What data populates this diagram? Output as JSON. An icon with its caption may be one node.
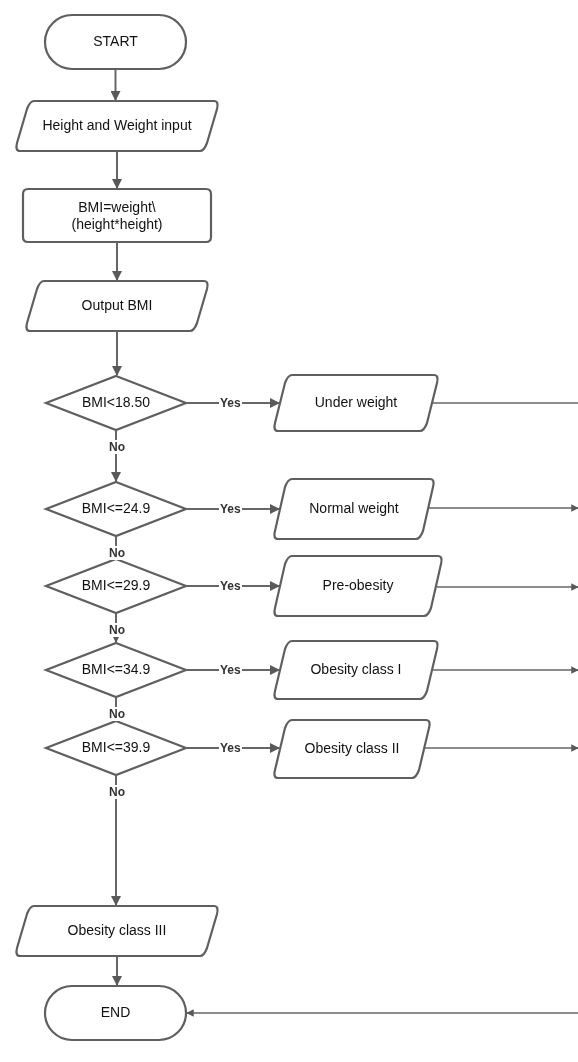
{
  "diagram": {
    "nodes": [
      {
        "text": [
          "START"
        ]
      },
      {
        "text": [
          "Height and Weight input"
        ]
      },
      {
        "text": [
          "BMI=weight\\ (height*height)"
        ]
      },
      {
        "text": [
          "Output BMI"
        ]
      },
      {
        "text": [
          "BMI<18.50"
        ]
      },
      {
        "text": [
          "Under weight"
        ]
      },
      {
        "text": [
          "BMI<=24.9"
        ]
      },
      {
        "text": [
          "Normal weight"
        ]
      },
      {
        "text": [
          "BMI<=29.9"
        ]
      },
      {
        "text": [
          "Pre-obesity"
        ]
      },
      {
        "text": [
          "BMI<=34.9"
        ]
      },
      {
        "text": [
          "Obesity class I"
        ]
      },
      {
        "text": [
          "BMI<=39.9"
        ]
      },
      {
        "text": [
          "Obesity class II"
        ]
      },
      {
        "text": [
          "Obesity class III"
        ]
      },
      {
        "text": [
          "END"
        ]
      }
    ],
    "edges": [
      {
        "from": 0,
        "to": 1,
        "arrow": "to"
      },
      {
        "from": 1,
        "to": 2,
        "arrow": "to"
      },
      {
        "from": 2,
        "to": 3,
        "arrow": "to"
      },
      {
        "from": 3,
        "to": 4,
        "arrow": "to"
      },
      {
        "from": 4,
        "to": 5,
        "arrow": "to",
        "label": "Yes"
      },
      {
        "from": 4,
        "to": 6,
        "arrow": "to",
        "label": "No"
      },
      {
        "from": 6,
        "to": 7,
        "arrow": "to",
        "label": "Yes"
      },
      {
        "from": 6,
        "to": 8,
        "arrow": "to",
        "label": "No"
      },
      {
        "from": 8,
        "to": 9,
        "arrow": "to",
        "label": "Yes"
      },
      {
        "from": 8,
        "to": 10,
        "arrow": "to",
        "label": "No"
      },
      {
        "from": 10,
        "to": 11,
        "arrow": "to",
        "label": "Yes"
      },
      {
        "from": 10,
        "to": 12,
        "arrow": "to",
        "label": "No"
      },
      {
        "from": 12,
        "to": 13,
        "arrow": "to",
        "label": "Yes"
      },
      {
        "from": 12,
        "to": 14,
        "arrow": "to",
        "label": "No"
      },
      {
        "from": 14,
        "to": 15,
        "arrow": "to"
      },
      {
        "from": 5,
        "to": null,
        "arrow": "none"
      },
      {
        "from": 7,
        "to": null,
        "arrow": "to"
      },
      {
        "from": 9,
        "to": null,
        "arrow": "to"
      },
      {
        "from": 11,
        "to": null,
        "arrow": "to"
      },
      {
        "from": 13,
        "to": null,
        "arrow": "to"
      },
      {
        "from": null,
        "to": 15,
        "arrow": "to"
      }
    ]
  }
}
